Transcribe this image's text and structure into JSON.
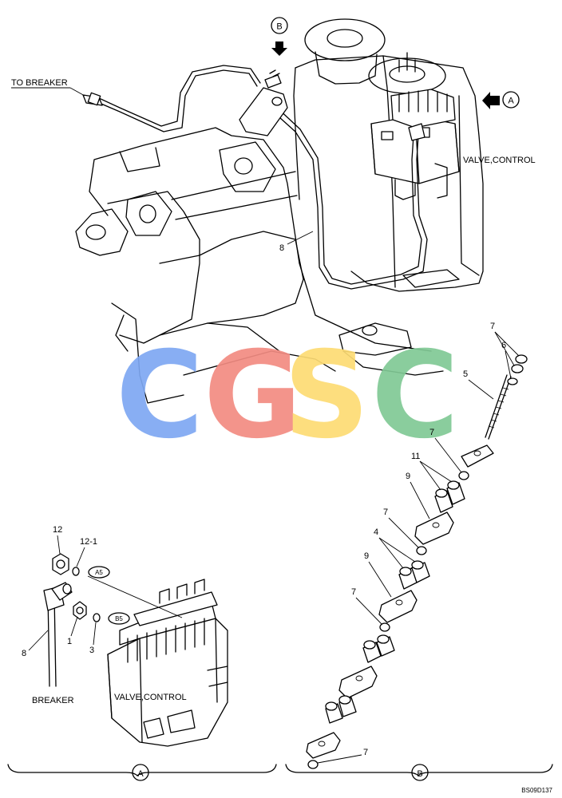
{
  "labels": {
    "to_breaker": "TO BREAKER",
    "valve_control_main": "VALVE,CONTROL",
    "valve_control_detail": "VALVE,CONTROL",
    "breaker": "BREAKER",
    "view_a_marker": "A",
    "view_b_marker": "B",
    "section_a": "A",
    "section_b": "B",
    "drawing_code": "BS09D137",
    "port_a5": "A5",
    "port_b5": "B5"
  },
  "callouts": {
    "c8_main": "8",
    "c7_top": "7",
    "c6": "6",
    "c5": "5",
    "c7_b": "7",
    "c11": "11",
    "c9_a": "9",
    "c7_c": "7",
    "c4": "4",
    "c9_b": "9",
    "c7_d": "7",
    "c7_bottom": "7",
    "c12": "12",
    "c12_1": "12-1",
    "c1": "1",
    "c3": "3",
    "c8_detail": "8"
  },
  "watermark": {
    "letters": [
      "C",
      "G",
      "S",
      "C"
    ],
    "colors": [
      "#7ea8f2",
      "#f28b82",
      "#fddc74",
      "#81c995"
    ]
  }
}
